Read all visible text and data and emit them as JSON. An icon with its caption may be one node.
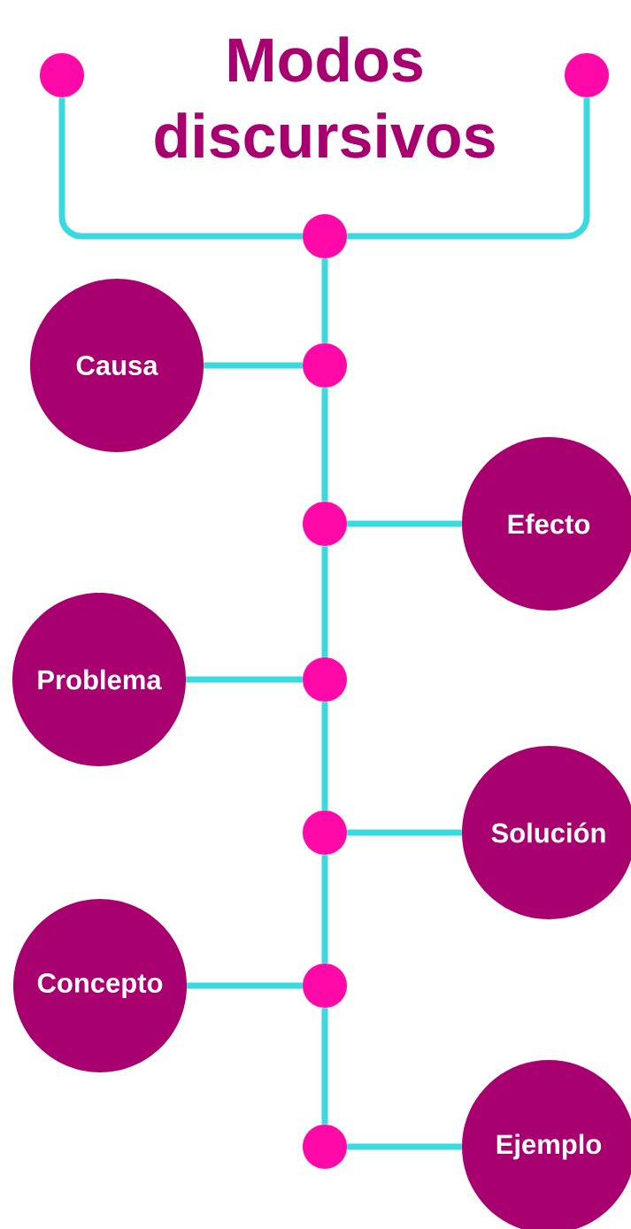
{
  "diagram": {
    "title": "Modos discursivos",
    "nodes": [
      {
        "text": [],
        "shape": "circle"
      },
      {
        "text": [],
        "shape": "circle"
      },
      {
        "text": [],
        "shape": "circle"
      },
      {
        "text": [
          "Causa"
        ]
      },
      {
        "text": [],
        "shape": "circle"
      },
      {
        "text": [],
        "shape": "circle"
      },
      {
        "text": [
          "Efecto"
        ]
      },
      {
        "text": [
          "Problema"
        ]
      },
      {
        "text": [],
        "shape": "circle"
      },
      {
        "text": [],
        "shape": "circle"
      },
      {
        "text": [
          "Solución"
        ]
      },
      {
        "text": [
          "Concepto"
        ]
      },
      {
        "text": [],
        "shape": "circle"
      },
      {
        "text": [],
        "shape": "circle"
      },
      {
        "text": [
          "Ejemplo"
        ]
      }
    ],
    "edges": [
      {
        "from": 0,
        "to": 2,
        "arrow": "none"
      },
      {
        "from": 1,
        "to": 2,
        "arrow": "none"
      },
      {
        "from": 2,
        "to": 4,
        "arrow": "none"
      },
      {
        "from": 4,
        "to": 5,
        "arrow": "none"
      },
      {
        "from": 5,
        "to": 8,
        "arrow": "none"
      },
      {
        "from": 8,
        "to": 9,
        "arrow": "none"
      },
      {
        "from": 9,
        "to": 12,
        "arrow": "none"
      },
      {
        "from": 12,
        "to": 13,
        "arrow": "none"
      },
      {
        "from": 3,
        "to": 4,
        "arrow": "none"
      },
      {
        "from": 5,
        "to": 6,
        "arrow": "none"
      },
      {
        "from": 7,
        "to": 8,
        "arrow": "none"
      },
      {
        "from": 9,
        "to": 10,
        "arrow": "none"
      },
      {
        "from": 11,
        "to": 12,
        "arrow": "none"
      },
      {
        "from": 13,
        "to": 14,
        "arrow": "none"
      }
    ]
  }
}
